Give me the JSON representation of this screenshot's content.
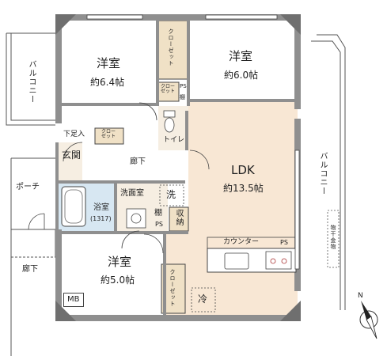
{
  "colors": {
    "wall": "#8f8f8f",
    "wall_dark": "#777777",
    "floor_white": "#ffffff",
    "floor_ldk": "#f8e7d4",
    "floor_tan": "#f6eee2",
    "closet_fill": "#f0e1c6",
    "line": "#444444",
    "bath": "#d7e7f2"
  },
  "rooms": {
    "bedroom_nw": {
      "name": "洋室",
      "area": "約6.4帖"
    },
    "bedroom_ne": {
      "name": "洋室",
      "area": "約6.0帖"
    },
    "bedroom_sw": {
      "name": "洋室",
      "area": "約5.0帖"
    },
    "ldk": {
      "name": "LDK",
      "area": "約13.5帖"
    },
    "entrance": "玄関",
    "hallway_inner": "廊下",
    "toilet": "トイレ",
    "washroom": "洗面室",
    "washer": "洗",
    "bathroom": {
      "name": "浴室",
      "size": "(1317)"
    },
    "shoe_box": "下足入",
    "shelf": "棚",
    "storage": "収納",
    "counter": "カウンター",
    "fridge": "冷"
  },
  "labels": {
    "closet": "クローゼット",
    "closet_short": "クロー\nゼット",
    "ps": "PS",
    "shelf_small": "棚",
    "mb": "MB",
    "porch": "ポーチ",
    "hallway_outer": "廊下",
    "balcony_left": "バルコニー",
    "balcony_right": "バルコニー",
    "drying_hardware": "物干金物",
    "north_mark": "N"
  }
}
